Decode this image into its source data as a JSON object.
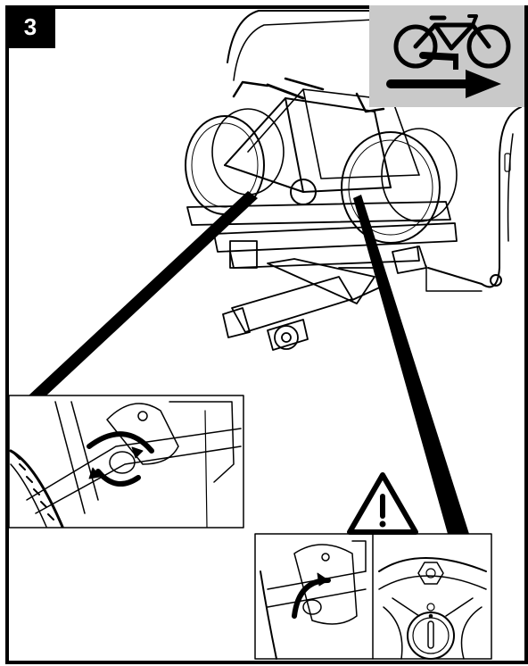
{
  "step": {
    "number": "3"
  },
  "pictogram": {
    "icon": "bike-roll-right-icon",
    "background": "#c9c9c9",
    "arrow_color": "#000000"
  },
  "icons": {
    "main": "vehicle-bike-carrier-illustration",
    "detail_left": "clamp-rotate-detail",
    "detail_right": "clamp-lock-detail",
    "warning": "warning-triangle-icon",
    "lock": "lock-cylinder-icon"
  },
  "colors": {
    "line": "#000000",
    "background": "#ffffff",
    "badge": "#000000"
  }
}
